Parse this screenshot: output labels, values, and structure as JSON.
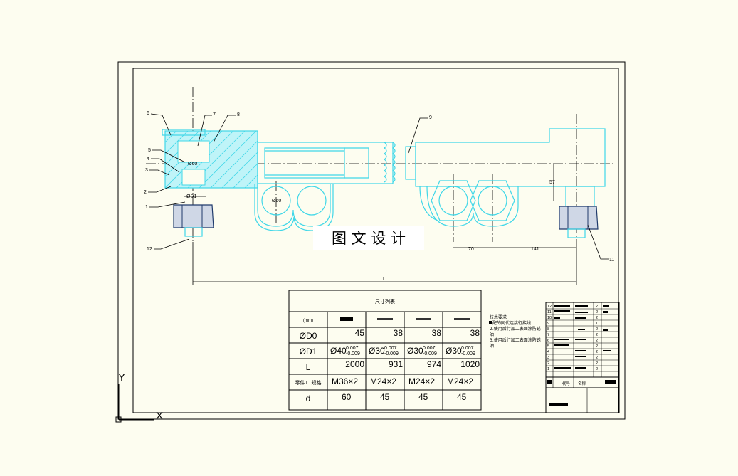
{
  "watermark": "图 文 设 计",
  "axis": {
    "y": "Y",
    "x": "X"
  },
  "callouts": [
    "1",
    "2",
    "3",
    "4",
    "5",
    "6",
    "7",
    "8",
    "9",
    "11",
    "12"
  ],
  "dims": {
    "d60": "Ø60",
    "d1": "ØD1",
    "l": "L",
    "h57": "57",
    "w70": "70",
    "w141": "141",
    "d0": "Ø60"
  },
  "table": {
    "title": "尺寸列表",
    "header": {
      "unit": "(mm)"
    },
    "rows": [
      {
        "label": "ØD0",
        "values": [
          "45",
          "38",
          "38",
          "38"
        ]
      },
      {
        "label": "ØD1",
        "values": [
          "Ø40",
          "Ø30",
          "Ø30",
          "Ø30"
        ],
        "sup": "0.007",
        "sub": "-0.009"
      },
      {
        "label": "L",
        "values": [
          "2000",
          "931",
          "974",
          "1020"
        ]
      },
      {
        "label": "零件11规格",
        "values": [
          "M36×2",
          "M24×2",
          "M24×2",
          "M24×2"
        ]
      },
      {
        "label": "d",
        "values": [
          "60",
          "45",
          "45",
          "45"
        ]
      }
    ]
  },
  "notes": {
    "title": "技术要求",
    "lines": [
      "配的同代连接行接线",
      "2.使用后行加工表面涂防锈",
      "油",
      "3.使用后行加工表面涂防锈",
      "油"
    ]
  },
  "bom": {
    "rows": [
      "12",
      "11",
      "10",
      "9",
      "8",
      "7",
      "6",
      "5",
      "4",
      "3",
      "2",
      "1"
    ],
    "qty": [
      "2",
      "2",
      "2",
      "1",
      "2",
      "2",
      "2",
      "2",
      "2",
      "2",
      "2",
      "2"
    ],
    "footer": {
      "code": "代号",
      "name": "名称"
    }
  }
}
